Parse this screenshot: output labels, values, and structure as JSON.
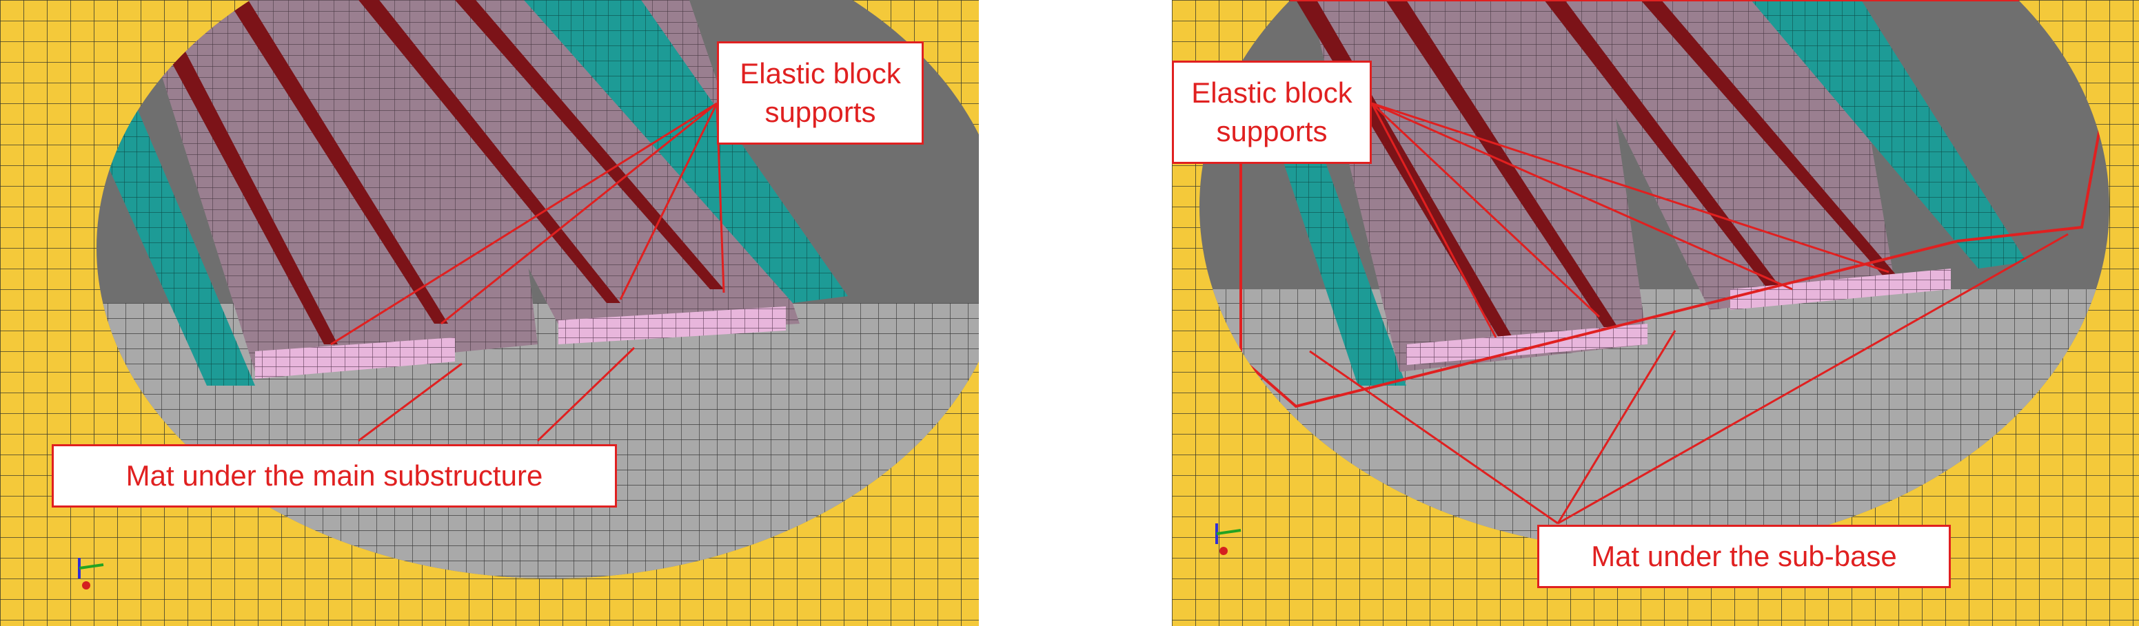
{
  "panels": [
    {
      "labels": {
        "elastic_block_supports": "Elastic block supports",
        "mat": "Mat under the main substructure"
      }
    },
    {
      "labels": {
        "elastic_block_supports": "Elastic block supports",
        "mat": "Mat under the sub-base"
      }
    }
  ],
  "colors": {
    "ground_mesh": "#f4c93a",
    "pit_mesh": "#a9a9a9",
    "rail_slab": "#9a7f90",
    "rail": "#7c1318",
    "pad": "#e8b6dc",
    "side_wall": "#1d9b96",
    "annotation": "#e02020"
  },
  "icons": [
    "axis-triad-icon",
    "axis-triad-icon"
  ]
}
